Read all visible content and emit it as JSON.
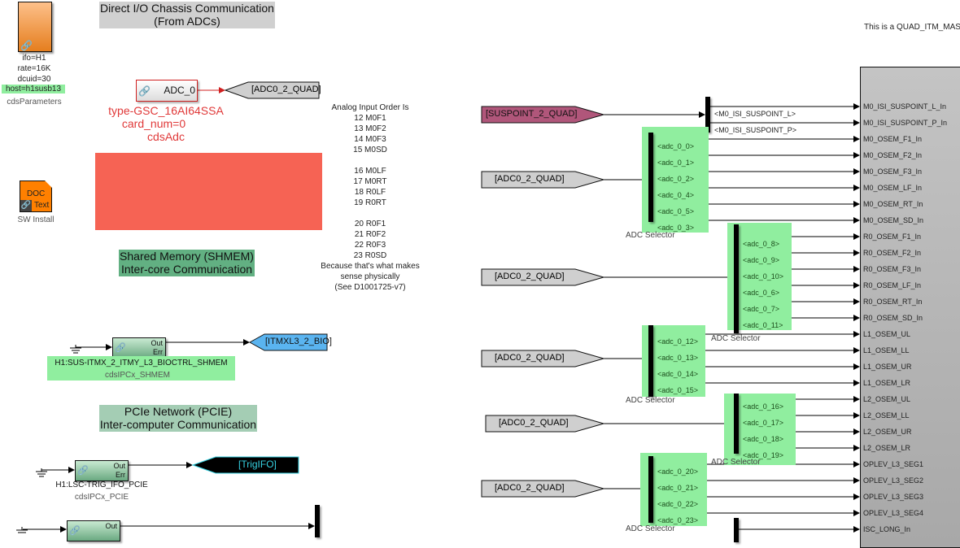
{
  "params_block": {
    "lines": [
      "ifo=H1",
      "rate=16K",
      "dcuid=30",
      "host=h1susb13"
    ],
    "name": "cdsParameters",
    "color": "#f5a35a"
  },
  "doc_block": {
    "top": "DOC",
    "bottom": "Text",
    "name": "SW Install",
    "color": "#ff8000"
  },
  "banners": {
    "direct_io": [
      "Direct I/O Chassis Communication",
      "(From ADCs)"
    ],
    "shmem": [
      "Shared Memory (SHMEM)",
      "Inter-core Communication"
    ],
    "pcie": [
      "PCIe Network (PCIE)",
      "Inter-computer Communication"
    ]
  },
  "adc_block": {
    "label": "ADC_0",
    "type": "type-GSC_16AI64SSA",
    "card": "card_num=0",
    "name": "cdsAdc",
    "goto": "[ADC0_2_QUAD]"
  },
  "notes": {
    "analog_order": [
      "Analog Input Order Is",
      "12 M0F1",
      "13 M0F2",
      "14 M0F3",
      "15 M0SD",
      "",
      "16 M0LF",
      "17 M0RT",
      "18 R0LF",
      "19 R0RT",
      "",
      "20 R0F1",
      "21 R0F2",
      "22 R0F3",
      "23 R0SD",
      "Because that's what makes",
      "sense physically",
      "(See D1001725-v7)"
    ],
    "quad_note": "This is a QUAD_ITM_MAS"
  },
  "shmem_block": {
    "out": "Out",
    "err": "Err",
    "channel": "H1:SUS-ITMX_2_ITMY_L3_BIOCTRL_SHMEM",
    "name": "cdsIPCx_SHMEM",
    "goto": "[ITMXL3_2_BIO]"
  },
  "pcie_block": {
    "out": "Out",
    "err": "Err",
    "channel": "H1:LSC-TRIG_IFO_PCIE",
    "name": "cdsIPCx_PCIE",
    "goto": "[TrigIFO]"
  },
  "pcie_block2": {
    "out": "Out"
  },
  "from_tags": {
    "suspoint": "[SUSPOINT_2_QUAD]",
    "adc": "[ADC0_2_QUAD]"
  },
  "suspoint_selector": {
    "signals": [
      "<M0_ISI_SUSPOINT_L>",
      "<M0_ISI_SUSPOINT_P>"
    ]
  },
  "adc_selectors": [
    {
      "caption": "ADC Selector",
      "signals": [
        "<adc_0_0>",
        "<adc_0_1>",
        "<adc_0_2>",
        "<adc_0_4>",
        "<adc_0_5>",
        "<adc_0_3>"
      ]
    },
    {
      "caption": "ADC Selector",
      "signals": [
        "<adc_0_8>",
        "<adc_0_9>",
        "<adc_0_10>",
        "<adc_0_6>",
        "<adc_0_7>",
        "<adc_0_11>"
      ]
    },
    {
      "caption": "ADC Selector",
      "signals": [
        "<adc_0_12>",
        "<adc_0_13>",
        "<adc_0_14>",
        "<adc_0_15>"
      ]
    },
    {
      "caption": "ADC Selector",
      "signals": [
        "<adc_0_16>",
        "<adc_0_17>",
        "<adc_0_18>",
        "<adc_0_19>"
      ]
    },
    {
      "caption": "ADC Selector",
      "signals": [
        "<adc_0_20>",
        "<adc_0_21>",
        "<adc_0_22>",
        "<adc_0_23>"
      ]
    }
  ],
  "quad_inputs": [
    "M0_ISI_SUSPOINT_L_In",
    "M0_ISI_SUSPOINT_P_In",
    "M0_OSEM_F1_In",
    "M0_OSEM_F2_In",
    "M0_OSEM_F3_In",
    "M0_OSEM_LF_In",
    "M0_OSEM_RT_In",
    "M0_OSEM_SD_In",
    "R0_OSEM_F1_In",
    "R0_OSEM_F2_In",
    "R0_OSEM_F3_In",
    "R0_OSEM_LF_In",
    "R0_OSEM_RT_In",
    "R0_OSEM_SD_In",
    "L1_OSEM_UL",
    "L1_OSEM_LL",
    "L1_OSEM_UR",
    "L1_OSEM_LR",
    "L2_OSEM_UL",
    "L2_OSEM_LL",
    "L2_OSEM_UR",
    "L2_OSEM_LR",
    "OPLEV_L3_SEG1",
    "OPLEV_L3_SEG2",
    "OPLEV_L3_SEG3",
    "OPLEV_L3_SEG4",
    "ISC_LONG_In"
  ],
  "colors": {
    "selector_bg": "#90ee9f",
    "adc_red": "#e03030",
    "red_area": "#f66354",
    "suspoint_tag": "#b0567a",
    "bio_tag": "#5ab4f0",
    "trig_tag": "#000000",
    "trig_text": "#35d0e0",
    "quad_block": "#c0c0c0"
  }
}
